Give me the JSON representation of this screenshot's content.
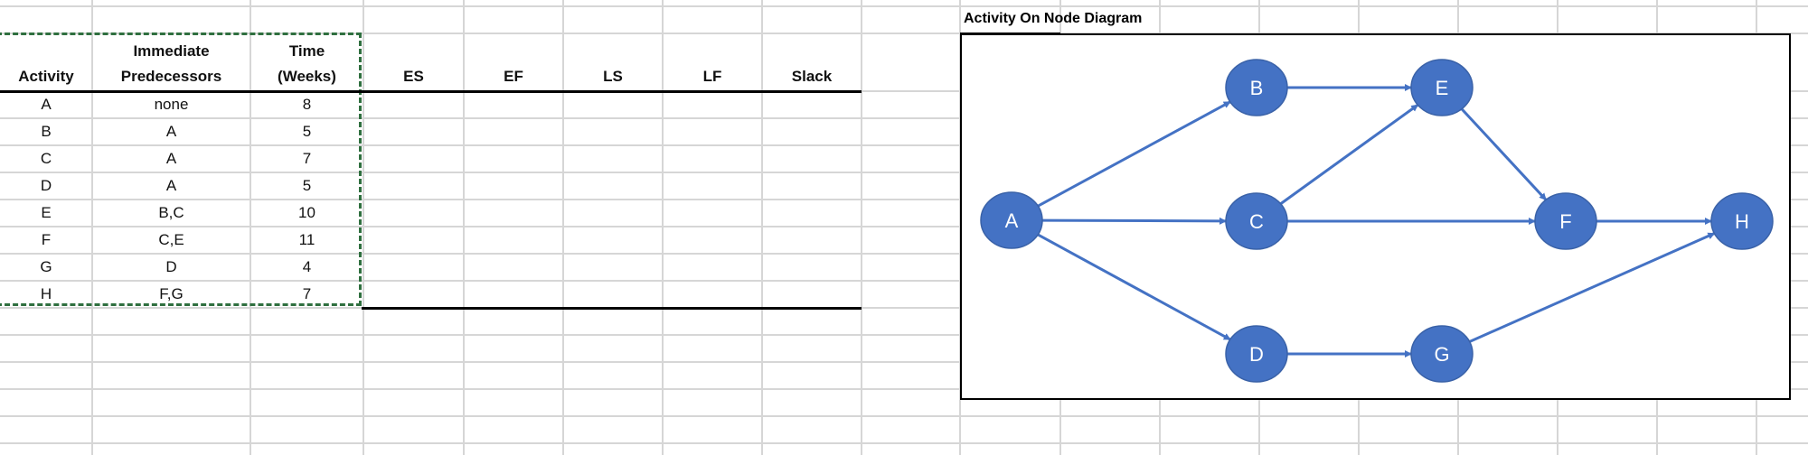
{
  "table": {
    "headers": [
      {
        "line1": "",
        "line2": "Activity"
      },
      {
        "line1": "Immediate",
        "line2": "Predecessors"
      },
      {
        "line1": "Time",
        "line2": "(Weeks)"
      },
      {
        "line1": "",
        "line2": "ES"
      },
      {
        "line1": "",
        "line2": "EF"
      },
      {
        "line1": "",
        "line2": "LS"
      },
      {
        "line1": "",
        "line2": "LF"
      },
      {
        "line1": "",
        "line2": "Slack"
      }
    ],
    "rows": [
      {
        "activity": "A",
        "predecessors": "none",
        "time": "8"
      },
      {
        "activity": "B",
        "predecessors": "A",
        "time": "5"
      },
      {
        "activity": "C",
        "predecessors": "A",
        "time": "7"
      },
      {
        "activity": "D",
        "predecessors": "A",
        "time": "5"
      },
      {
        "activity": "E",
        "predecessors": "B,C",
        "time": "10"
      },
      {
        "activity": "F",
        "predecessors": "C,E",
        "time": "11"
      },
      {
        "activity": "G",
        "predecessors": "D",
        "time": "4"
      },
      {
        "activity": "H",
        "predecessors": "F,G",
        "time": "7"
      }
    ]
  },
  "diagram": {
    "title": "Activity On Node Diagram",
    "node_color": "#4472C4",
    "selection_color": "#2F6F3F",
    "nodes": [
      "A",
      "B",
      "C",
      "D",
      "E",
      "F",
      "G",
      "H"
    ],
    "edges": [
      [
        "A",
        "B"
      ],
      [
        "A",
        "C"
      ],
      [
        "A",
        "D"
      ],
      [
        "B",
        "E"
      ],
      [
        "C",
        "E"
      ],
      [
        "C",
        "F"
      ],
      [
        "E",
        "F"
      ],
      [
        "D",
        "G"
      ],
      [
        "F",
        "H"
      ],
      [
        "G",
        "H"
      ]
    ]
  }
}
